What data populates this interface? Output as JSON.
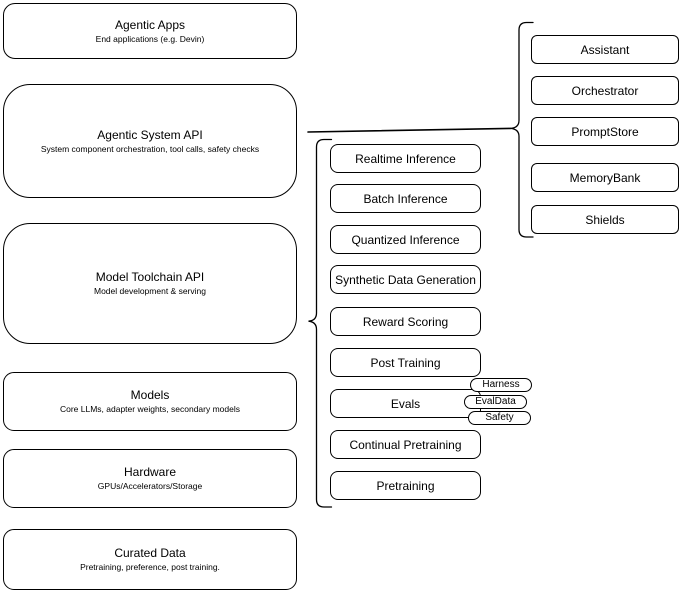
{
  "diagram": {
    "stack": [
      {
        "title": "Agentic Apps",
        "subtitle": "End applications (e.g. Devin)"
      },
      {
        "title": "Agentic System API",
        "subtitle": "System component orchestration, tool calls, safety checks"
      },
      {
        "title": "Model Toolchain API",
        "subtitle": "Model development & serving"
      },
      {
        "title": "Models",
        "subtitle": "Core LLMs, adapter weights, secondary models"
      },
      {
        "title": "Hardware",
        "subtitle": "GPUs/Accelerators/Storage"
      },
      {
        "title": "Curated Data",
        "subtitle": "Pretraining, preference, post training."
      }
    ],
    "toolchain": {
      "items": [
        {
          "label": "Realtime Inference"
        },
        {
          "label": "Batch Inference"
        },
        {
          "label": "Quantized Inference"
        },
        {
          "label": "Synthetic Data Generation"
        },
        {
          "label": "Reward Scoring"
        },
        {
          "label": "Post Training"
        },
        {
          "label": "Evals"
        },
        {
          "label": "Continual Pretraining"
        },
        {
          "label": "Pretraining"
        }
      ],
      "eval_tags": [
        {
          "label": "Harness"
        },
        {
          "label": "EvalData"
        },
        {
          "label": "Safety"
        }
      ]
    },
    "system_components": [
      {
        "label": "Assistant"
      },
      {
        "label": "Orchestrator"
      },
      {
        "label": "PromptStore"
      },
      {
        "label": "MemoryBank"
      },
      {
        "label": "Shields"
      }
    ],
    "colors": {
      "stroke": "#000000",
      "fill": "#ffffff",
      "text": "#000000",
      "background": "#ffffff"
    }
  }
}
